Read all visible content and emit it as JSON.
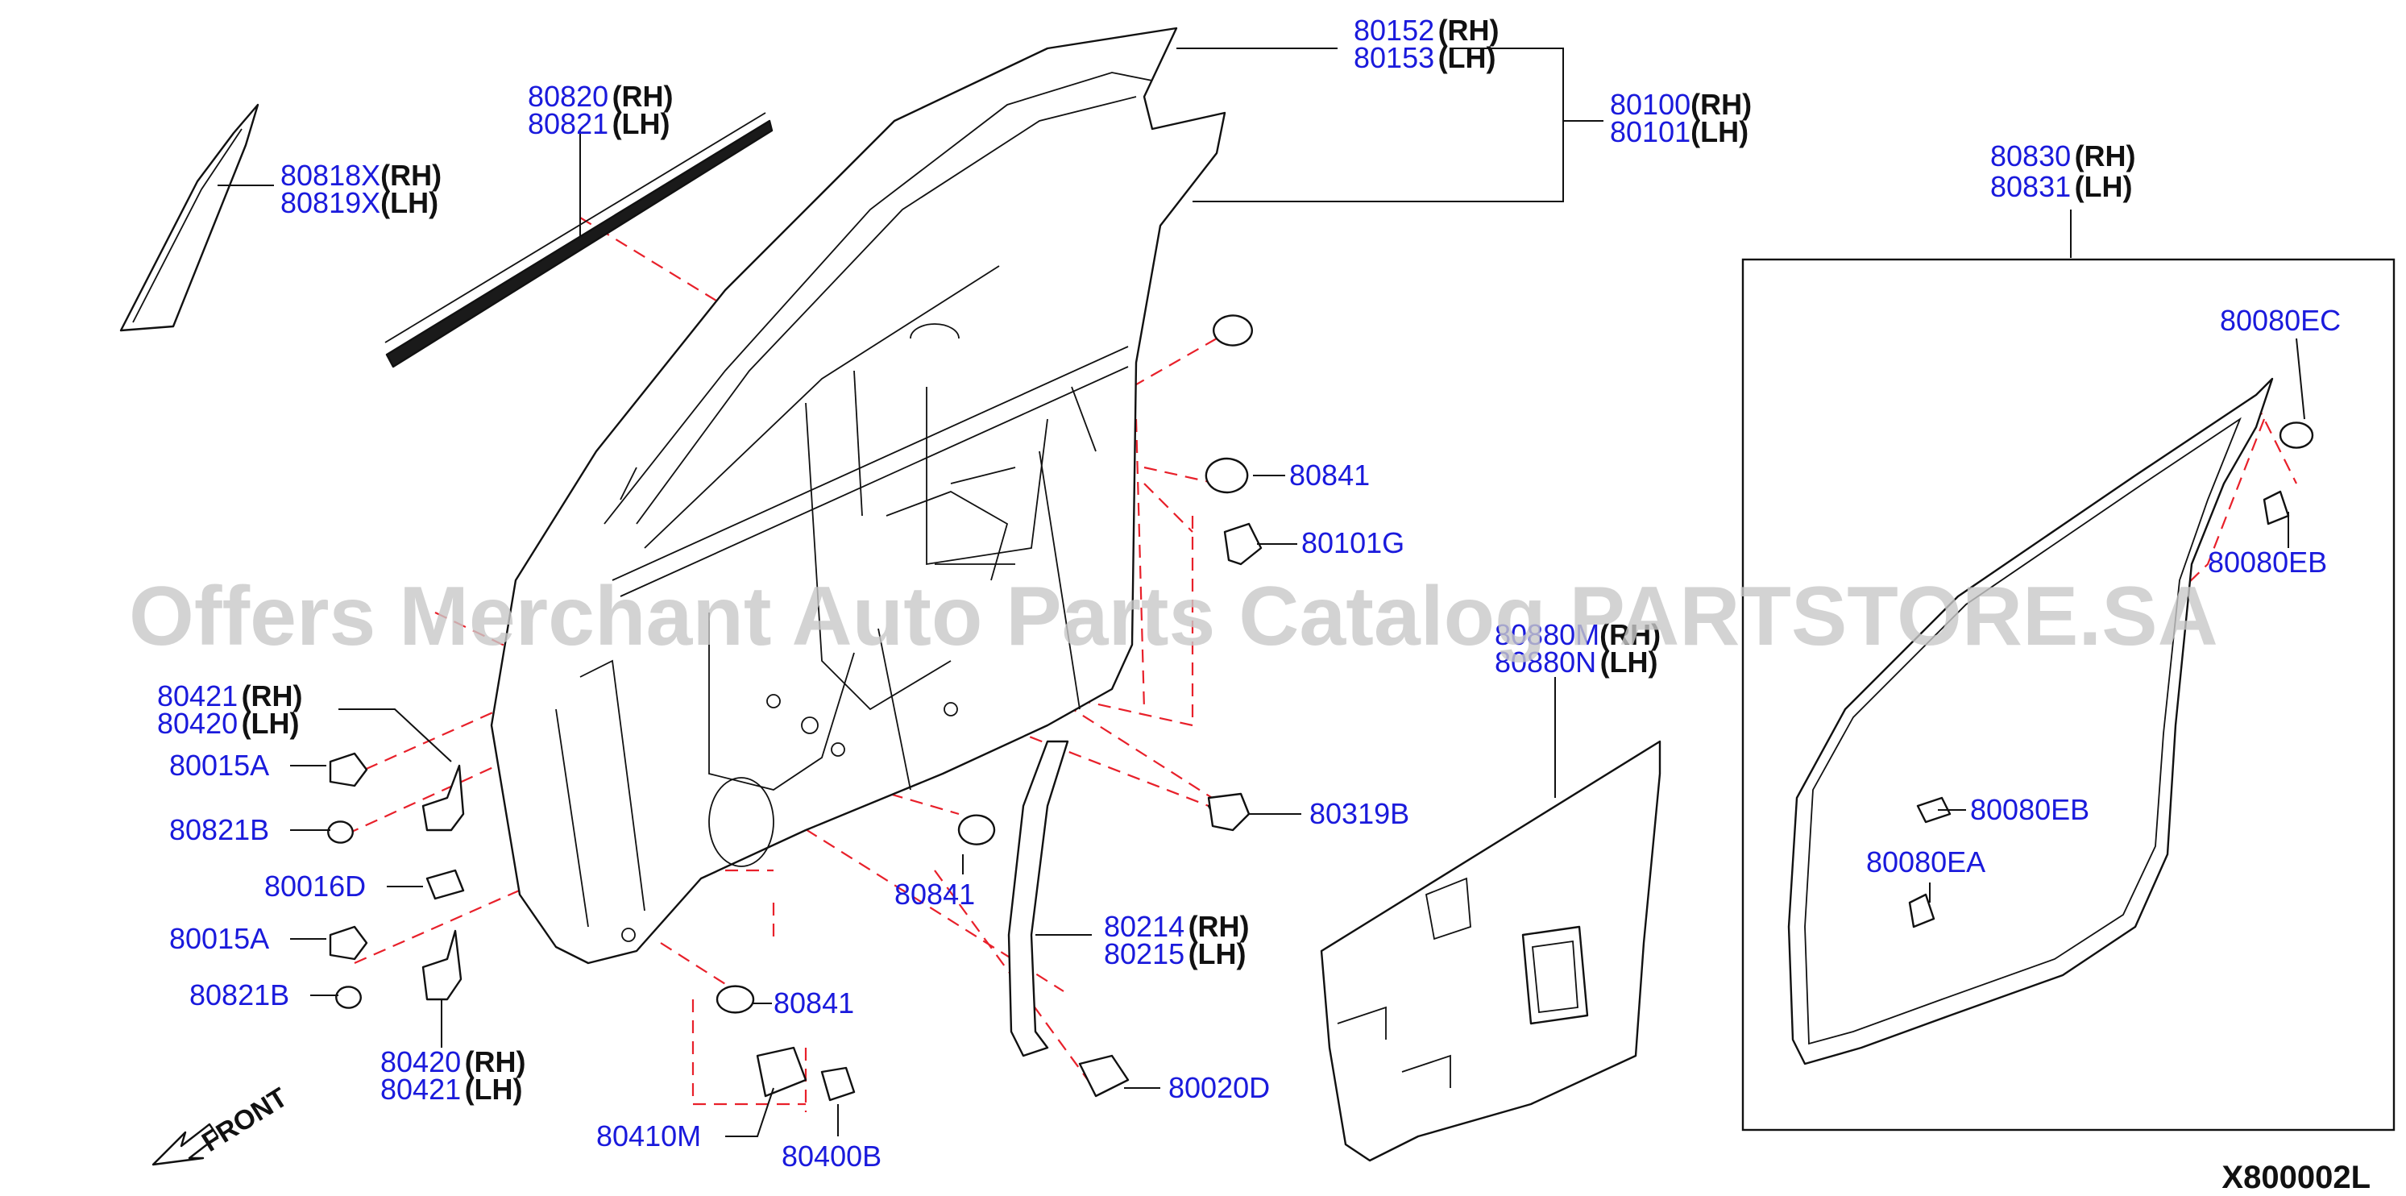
{
  "figure_id": "X800002L",
  "watermark": "Offers Merchant Auto Parts Catalog PARTSTORE.SA",
  "front_label": "FRONT",
  "callouts": [
    {
      "id": "c1",
      "num": "80152",
      "side": "(RH)"
    },
    {
      "id": "c2",
      "num": "80153",
      "side": "(LH)"
    },
    {
      "id": "c3",
      "num": "80100",
      "side": "(RH)"
    },
    {
      "id": "c4",
      "num": "80101",
      "side": "(LH)"
    },
    {
      "id": "c5",
      "num": "80820",
      "side": "(RH)"
    },
    {
      "id": "c6",
      "num": "80821",
      "side": "(LH)"
    },
    {
      "id": "c7",
      "num": "80818X",
      "side": "(RH)"
    },
    {
      "id": "c8",
      "num": "80819X",
      "side": "(LH)"
    },
    {
      "id": "c9",
      "num": "80830",
      "side": "(RH)"
    },
    {
      "id": "c10",
      "num": "80831",
      "side": "(LH)"
    },
    {
      "id": "c11",
      "num": "80080EC",
      "side": ""
    },
    {
      "id": "c12",
      "num": "80841",
      "side": ""
    },
    {
      "id": "c13",
      "num": "80101G",
      "side": ""
    },
    {
      "id": "c14",
      "num": "80080EB",
      "side": ""
    },
    {
      "id": "c15",
      "num": "80880M",
      "side": "(RH)"
    },
    {
      "id": "c16",
      "num": "80880N",
      "side": "(LH)"
    },
    {
      "id": "c17",
      "num": "80421",
      "side": "(RH)"
    },
    {
      "id": "c18",
      "num": "80420",
      "side": "(LH)"
    },
    {
      "id": "c19",
      "num": "80015A",
      "side": ""
    },
    {
      "id": "c20",
      "num": "80821B",
      "side": ""
    },
    {
      "id": "c21",
      "num": "80016D",
      "side": ""
    },
    {
      "id": "c22",
      "num": "80015A",
      "side": ""
    },
    {
      "id": "c23",
      "num": "80821B",
      "side": ""
    },
    {
      "id": "c24",
      "num": "80420",
      "side": "(RH)"
    },
    {
      "id": "c25",
      "num": "80421",
      "side": "(LH)"
    },
    {
      "id": "c26",
      "num": "80319B",
      "side": ""
    },
    {
      "id": "c27",
      "num": "80080EB",
      "side": ""
    },
    {
      "id": "c28",
      "num": "80080EA",
      "side": ""
    },
    {
      "id": "c29",
      "num": "80841",
      "side": ""
    },
    {
      "id": "c30",
      "num": "80214",
      "side": "(RH)"
    },
    {
      "id": "c31",
      "num": "80215",
      "side": "(LH)"
    },
    {
      "id": "c32",
      "num": "80841",
      "side": ""
    },
    {
      "id": "c33",
      "num": "80020D",
      "side": ""
    },
    {
      "id": "c34",
      "num": "80410M",
      "side": ""
    },
    {
      "id": "c35",
      "num": "80400B",
      "side": ""
    }
  ],
  "colors": {
    "part_number": "#1a1adc",
    "suffix": "#111111",
    "line": "#111111",
    "dashed": "#e8202a",
    "watermark": "#c9c9c9"
  }
}
